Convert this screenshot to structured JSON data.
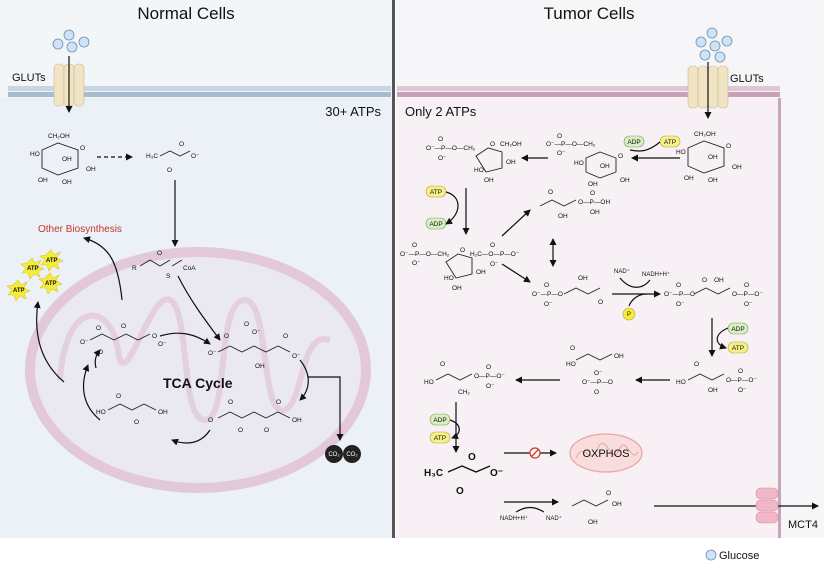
{
  "panels": {
    "normal": {
      "title": "Normal Cells",
      "transporter": "GLUTs",
      "atp_yield": "30+ ATPs"
    },
    "tumor": {
      "title": "Tumor Cells",
      "transporter": "GLUTs",
      "atp_yield": "Only 2 ATPs"
    }
  },
  "normal_labels": {
    "other_biosynthesis": "Other Biosynthesis",
    "tca_cycle": "TCA Cycle",
    "atp": "ATP",
    "co2": "CO₂",
    "coa": "CoA",
    "r": "R",
    "s": "S"
  },
  "tumor_labels": {
    "atp": "ATP",
    "adp": "ADP",
    "p": "P",
    "nad": "NAD⁺",
    "nadh": "NADH+H⁺",
    "oxphos": "OXPHOS",
    "h3c": "H₃C",
    "mct": "MCT4"
  },
  "legend": {
    "glucose": "Glucose"
  },
  "colors": {
    "normal_bg": "#eef3f8",
    "tumor_bg": "#f7f0f4",
    "divider": "#555555",
    "membrane_normal": "#bccbd8",
    "membrane_tumor": "#d6b3c8",
    "glut": "#f1e4c4",
    "glucose": "#cfe3f5",
    "atp_pill": "#f7ef8a",
    "adp_pill": "#d8efc2",
    "atp_star": "#f5ec3a",
    "other_biosynthesis": "#c0392b",
    "oxphos_mito": "#f3c9c9",
    "mct": "#f2b7c7",
    "inhibit": "#d9342b",
    "co2": "#222222"
  }
}
